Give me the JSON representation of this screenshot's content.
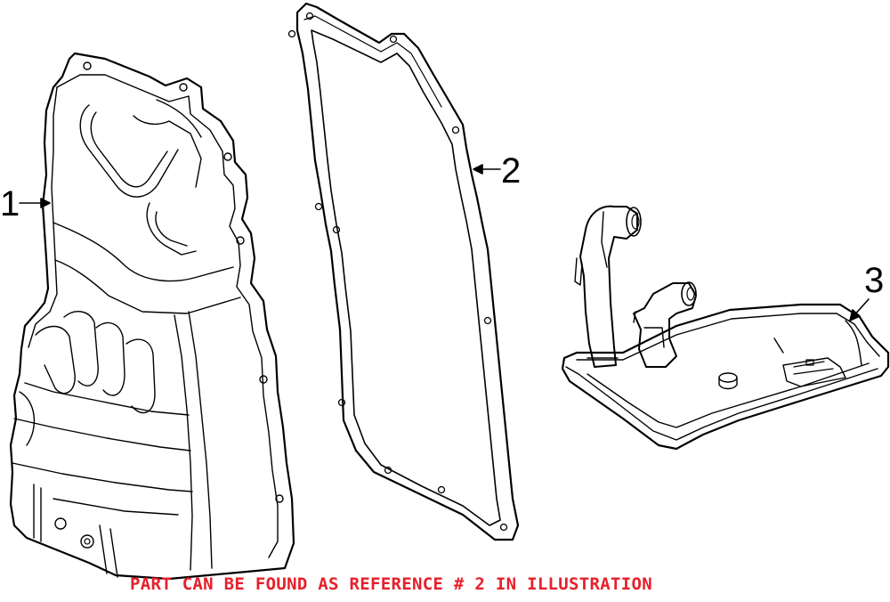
{
  "callouts": {
    "part1": "1",
    "part2": "2",
    "part3": "3"
  },
  "footnote": {
    "text": "PART CAN BE FOUND AS REFERENCE # 2 IN ILLUSTRATION",
    "color": "#e5202b"
  },
  "colors": {
    "line": "#000000",
    "background": "#ffffff"
  }
}
